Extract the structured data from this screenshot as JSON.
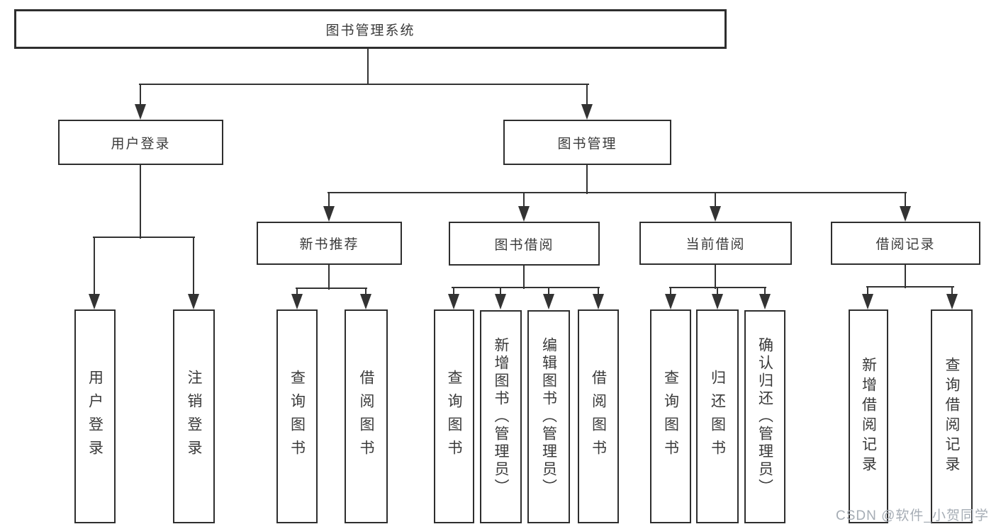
{
  "diagram": {
    "title": "图书管理系统",
    "tree": {
      "label": "图书管理系统",
      "children": [
        {
          "label": "用户登录",
          "children": [
            {
              "label": "用户登录"
            },
            {
              "label": "注销登录"
            }
          ]
        },
        {
          "label": "图书管理",
          "children": [
            {
              "label": "新书推荐",
              "children": [
                {
                  "label": "查询图书"
                },
                {
                  "label": "借阅图书"
                }
              ]
            },
            {
              "label": "图书借阅",
              "children": [
                {
                  "label": "查询图书"
                },
                {
                  "label": "新增图书（管理员）"
                },
                {
                  "label": "编辑图书（管理员）"
                },
                {
                  "label": "借阅图书"
                }
              ]
            },
            {
              "label": "当前借阅",
              "children": [
                {
                  "label": "查询图书"
                },
                {
                  "label": "归还图书"
                },
                {
                  "label": "确认归还（管理员）"
                }
              ]
            },
            {
              "label": "借阅记录",
              "children": [
                {
                  "label": "新增借阅记录"
                },
                {
                  "label": "查询借阅记录"
                }
              ]
            }
          ]
        }
      ]
    }
  },
  "watermark": {
    "text": "CSDN @软件_小贺同学"
  },
  "colors": {
    "background": "#ffffff",
    "line": "#333333",
    "box_border": "#2e2e2e",
    "text": "#3a3a3a",
    "watermark": "#a6adb5"
  }
}
